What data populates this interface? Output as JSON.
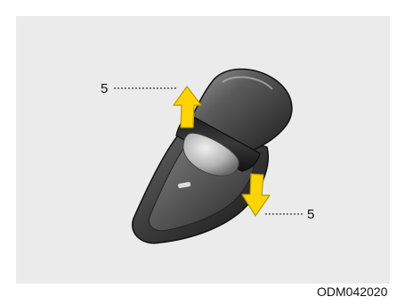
{
  "callouts": [
    {
      "number": "5"
    },
    {
      "number": "5"
    }
  ],
  "image_code": "ODM042020",
  "colors": {
    "background": "#ebebeb",
    "arrow_fill": "#ffd400",
    "arrow_stroke": "#b59a00",
    "switch_body": "#3a3a3a"
  },
  "icons": {
    "arrow_up": "arrow-up-icon",
    "arrow_down": "arrow-down-icon"
  }
}
